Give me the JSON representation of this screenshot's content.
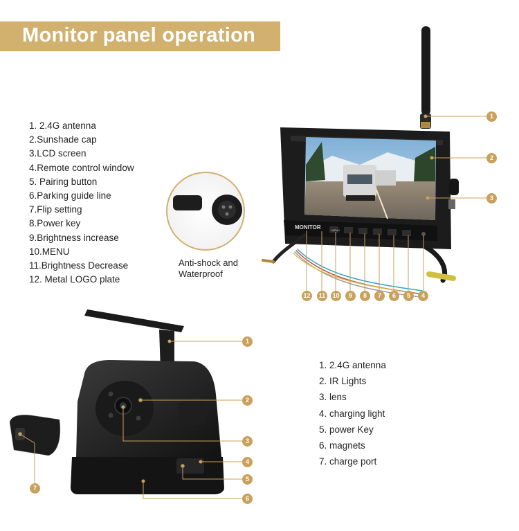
{
  "header": {
    "title": "Monitor panel operation"
  },
  "monitor_parts": [
    "1. 2.4G antenna",
    "2.Sunshade cap",
    "3.LCD screen",
    "4.Remote control window",
    "5. Pairing button",
    "6.Parking guide line",
    "7.Flip setting",
    "8.Power key",
    "9.Brightness increase",
    "10.MENU",
    "11.Brightness Decrease",
    "12. Metal LOGO plate"
  ],
  "connector_caption": {
    "line1": "Anti-shock and",
    "line2": "Waterproof"
  },
  "monitor_labels": {
    "logo": "MONITOR",
    "menu_key": "MENU"
  },
  "camera_parts": [
    "1. 2.4G antenna",
    "2. IR Lights",
    "3. lens",
    "4. charging light",
    "5. power Key",
    "6. magnets",
    "7. charge port"
  ],
  "callout_numbers": {
    "m1": "1",
    "m2": "2",
    "m3": "3",
    "m4": "4",
    "m5": "5",
    "m6": "6",
    "m7": "7",
    "m8": "8",
    "m9": "9",
    "m10": "10",
    "m11": "11",
    "m12": "12",
    "c1": "1",
    "c2": "2",
    "c3": "3",
    "c4": "4",
    "c5": "5",
    "c6": "6",
    "c7": "7"
  },
  "colors": {
    "accent_gold": "#d2b06e",
    "badge_gold": "#c9a15c",
    "device_black": "#1c1c1c"
  }
}
